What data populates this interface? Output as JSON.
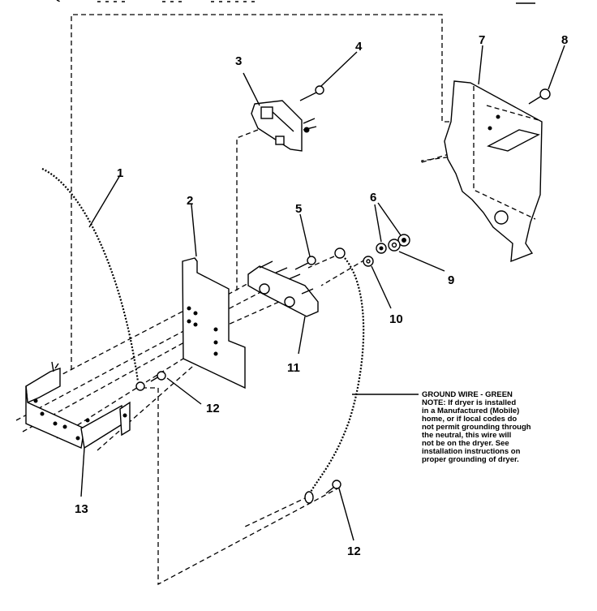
{
  "callouts": {
    "c1": "1",
    "c2": "2",
    "c3": "3",
    "c4": "4",
    "c5": "5",
    "c6": "6",
    "c7": "7",
    "c8": "8",
    "c9": "9",
    "c10": "10",
    "c11": "11",
    "c12a": "12",
    "c12b": "12",
    "c13": "13"
  },
  "note": {
    "line1": "GROUND WIRE - GREEN",
    "line2": "NOTE: If dryer is installed",
    "line3": "in a Manufactured (Mobile)",
    "line4": "home, or if local codes do",
    "line5": "not permit grounding through",
    "line6": "the neutral, this wire will",
    "line7": "not be on the dryer. See",
    "line8": "installation instructions on",
    "line9": "proper grounding of dryer."
  }
}
